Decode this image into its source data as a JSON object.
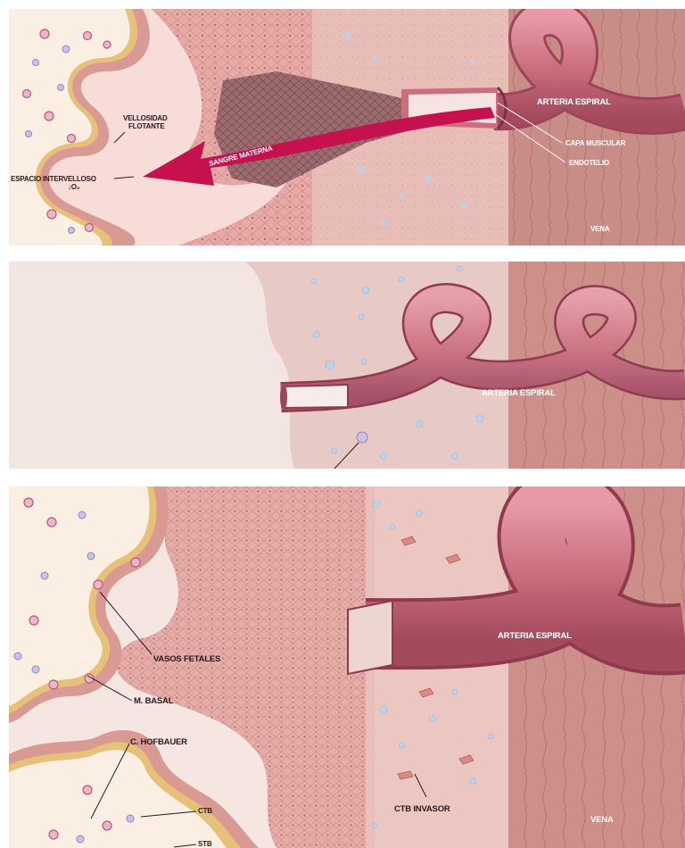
{
  "panels": {
    "top": {
      "labels": {
        "arteria_espiral": "ARTERIA ESPIRAL",
        "vellosidad_flotante_1": "VELLOSIDAD",
        "vellosidad_flotante_2": "FLOTANTE",
        "sangre_materna": "SANGRE MATERNA",
        "capa_muscular": "CAPA MUSCULAR",
        "endotelio": "ENDOTELIO",
        "espacio_intervelloso_1": "ESPACIO INTERVELLOSO",
        "espacio_intervelloso_2": "↓O₂",
        "vena": "VENA"
      }
    },
    "middle": {
      "labels": {
        "arteria_espiral": "ARTERIA ESPIRAL"
      }
    },
    "bottom": {
      "labels": {
        "arteria_espiral": "ARTERIA ESPIRAL",
        "vasos_fetales": "VASOS FETALES",
        "m_basal": "M. BASAL",
        "c_hofbauer": "C. HOFBAUER",
        "ctb": "CTB",
        "stb": "STB",
        "ctb_invasor": "CTB INVASOR",
        "vena": "VENA"
      }
    }
  },
  "colors": {
    "villus_core": "#fbeee3",
    "villus_membrane": "#e7c17a",
    "villus_border": "#d99a94",
    "decidua": "#efc2bd",
    "myometrium": "#cc8e88",
    "artery": "#cb6f7e",
    "artery_dark": "#9f4458",
    "blood_arrow": "#c5124f",
    "intervillous": "#f8dcd7",
    "pale_bg": "#f3e5e1"
  }
}
